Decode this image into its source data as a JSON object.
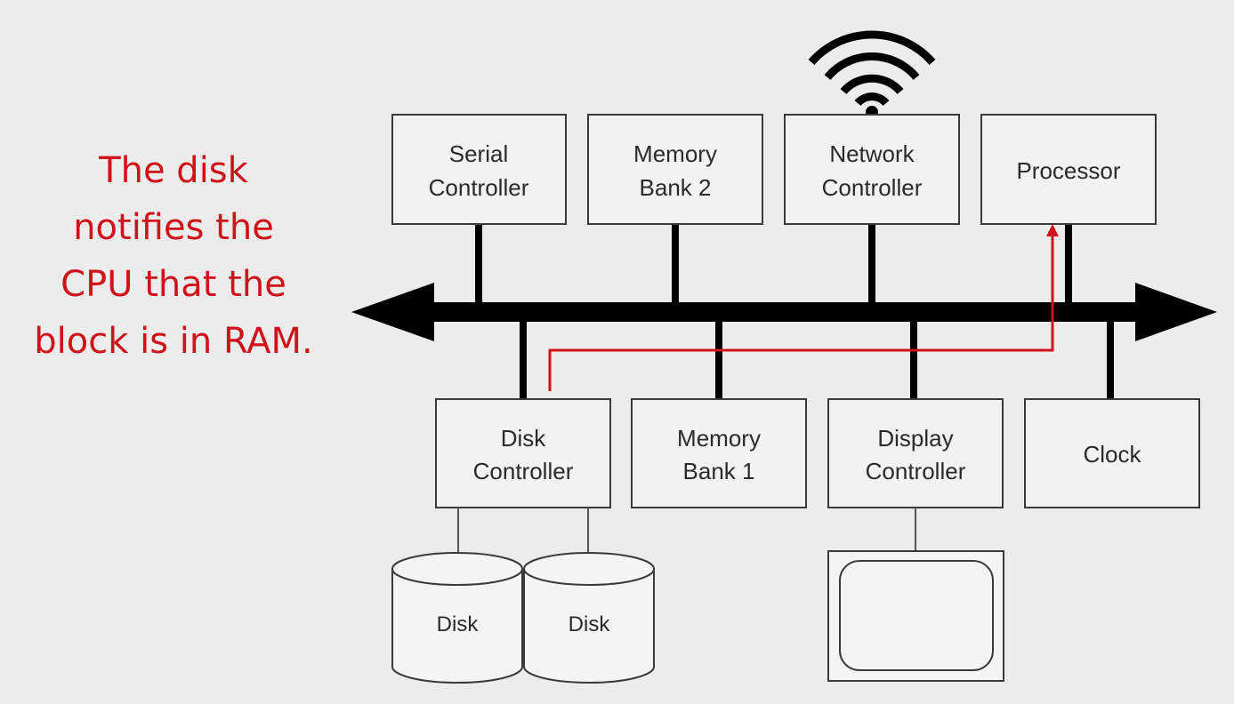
{
  "caption": {
    "lines": [
      "The disk",
      "notifies the",
      "CPU that the",
      "block is in RAM."
    ],
    "color": "#d0121a"
  },
  "top_boxes": [
    {
      "lines": [
        "Serial",
        "Controller"
      ]
    },
    {
      "lines": [
        "Memory",
        "Bank 2"
      ]
    },
    {
      "lines": [
        "Network",
        "Controller"
      ]
    },
    {
      "lines": [
        "Processor"
      ]
    }
  ],
  "bottom_boxes": [
    {
      "lines": [
        "Disk",
        "Controller"
      ]
    },
    {
      "lines": [
        "Memory",
        "Bank 1"
      ]
    },
    {
      "lines": [
        "Display",
        "Controller"
      ]
    },
    {
      "lines": [
        "Clock"
      ]
    }
  ],
  "disks": [
    "Disk",
    "Disk"
  ],
  "icons": [
    "wifi-icon",
    "monitor-icon",
    "bus-arrow"
  ],
  "colors": {
    "bus": "#000000",
    "signal_path": "#d0121a"
  }
}
